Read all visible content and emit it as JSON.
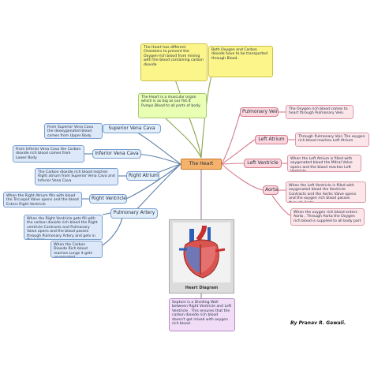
{
  "central_topic": "The Heart",
  "top_notes": {
    "chambers": "The Heart has different Chambers to prevent the Oxygen-rich blood from mixing with the blood containing carbon dioxide",
    "transport": "Both Oxygen and Carbon dioxide have to be transported through Blood .",
    "muscular": "The Heart is a muscular organ which is as big as our fist.It Pumps Blood to all parts of body."
  },
  "left_branches": [
    {
      "label": "Superior Vena Cava",
      "note": "From Superior Vena Cava the deoxygenated blood comes from Upper Body"
    },
    {
      "label": "Inferior Vena Cava",
      "note": "From Inferior Vena Cava the Carbon dioxide rich blood comes from Lower Body"
    },
    {
      "label": "Right Atrium",
      "note": "The Carbon dioxide rich blood reaches Right atrium from Superior Vena Cava and Inferior Vena Cava"
    },
    {
      "label": "Right Ventricle",
      "note": "When the Right Atrium fills with blood the Tricuspid Valve opens and the blood Enters Right Ventricle"
    },
    {
      "label": "Pulmonary Artery",
      "note": "When the Right Ventricle gets fill with the carbon dioxide rich blood the Right ventricle Contracts and Pulmonary Valve opens and the blood passes through Pulmonary Artery and gets in the Lungs."
    },
    {
      "label": "",
      "note": "When the Carbon Dioxide Rich blood reaches Lungs it gets oxygenated"
    }
  ],
  "right_branches": [
    {
      "label": "Pulmonary Vein",
      "note": "The Oxygen rich blood comes to heart through Pulmonary Vein."
    },
    {
      "label": "Left Atrium",
      "note": "Through Pulmonary Vein The oxygen rich blood reaches Left Atrium"
    },
    {
      "label": "Left Ventricle",
      "note": "When the Left Atrium is filled with oxygenated blood the Mitral Valve opens and the blood reaches Left Ventricle ."
    },
    {
      "label": "Aorta",
      "note": "When the Left Ventricle is filled with oxygenated blood the Ventricle Contracts and the Aortic Valve opens and the oxygen rich blood passes through Aorta"
    },
    {
      "label": "",
      "note": "When the oxygen rich blood enters Aorta , Through Aorta the Oxygen rich blood is supplied to all body part"
    }
  ],
  "image": {
    "caption": "Heart Diagram"
  },
  "septum_note": "Septum is a Dividing Wall between Right Ventricle and Left Ventricle . This ensures that the carbon dioxide rich blood doesn't get mixed with oxygen rich blood .",
  "credit": "By Pranav R. Gawali.",
  "colors": {
    "central": "#f4b26b",
    "blue_topic": "#e3eefb",
    "pink_topic": "#fbd7dd",
    "yellow_note": "#fbf58a",
    "green_note": "#e9ffb4",
    "lavender_note": "#f2ddf7"
  }
}
